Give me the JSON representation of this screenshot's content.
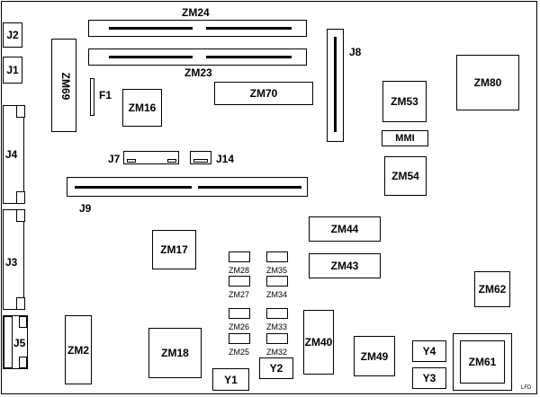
{
  "labels": {
    "zm24": "ZM24",
    "zm23": "ZM23",
    "zm70": "ZM70",
    "j8": "J8",
    "zm80": "ZM80",
    "zm53": "ZM53",
    "mmi": "MMI",
    "zm54": "ZM54",
    "j2": "J2",
    "j1": "J1",
    "zm69": "ZM69",
    "f1": "F1",
    "zm16": "ZM16",
    "j4": "J4",
    "j7": "J7",
    "j14": "J14",
    "j9": "J9",
    "zm44": "ZM44",
    "zm43": "ZM43",
    "zm17": "ZM17",
    "j3": "J3",
    "zm28": "ZM28",
    "zm35": "ZM35",
    "zm27": "ZM27",
    "zm34": "ZM34",
    "zm26": "ZM26",
    "zm33": "ZM33",
    "zm25": "ZM25",
    "zm32": "ZM32",
    "zm62": "ZM62",
    "j5": "J5",
    "zm2": "ZM2",
    "zm18": "ZM18",
    "zm40": "ZM40",
    "zm49": "ZM49",
    "y4": "Y4",
    "zm61": "ZM61",
    "y1": "Y1",
    "y2": "Y2",
    "y3": "Y3",
    "corner": "LFD"
  }
}
